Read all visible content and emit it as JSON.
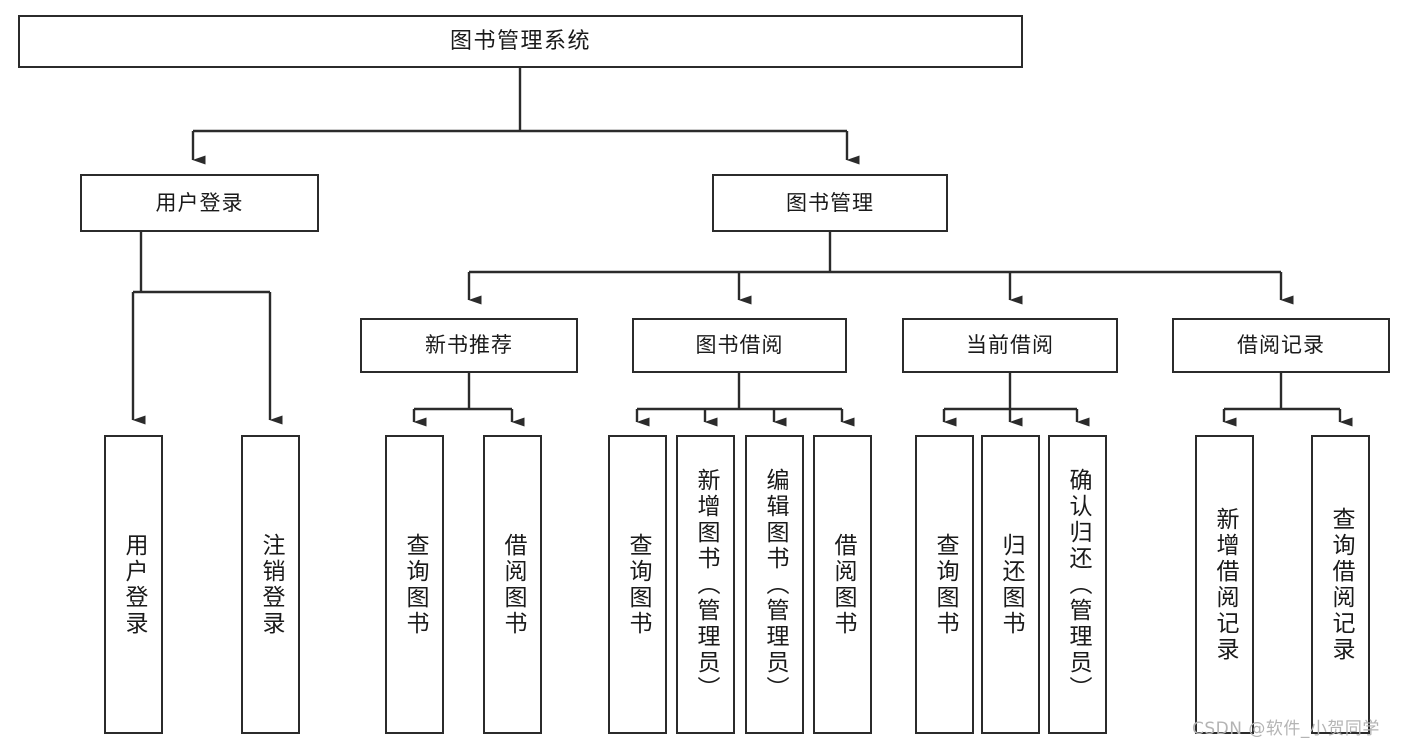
{
  "diagram": {
    "title": "图书管理系统",
    "watermark": "CSDN @软件_小贺同学",
    "colors": {
      "background": "#ffffff",
      "box_border": "#2b2b2b",
      "box_fill": "#ffffff",
      "text": "#1a1a1a",
      "edge": "#2b2b2b",
      "watermark": "#b4b4b4"
    },
    "nodes": {
      "root": "图书管理系统",
      "level2": {
        "user_login": "用户登录",
        "book_manage": "图书管理"
      },
      "level3": {
        "new_book_rec": "新书推荐",
        "book_borrow": "图书借阅",
        "current_borrow": "当前借阅",
        "borrow_record": "借阅记录"
      },
      "leaves": {
        "user_login_1": "用户登录",
        "user_login_2": "注销登录",
        "new_book_rec_1": "查询图书",
        "new_book_rec_2": "借阅图书",
        "book_borrow_1": "查询图书",
        "book_borrow_2": "新增图书（管理员）",
        "book_borrow_3": "编辑图书（管理员）",
        "book_borrow_4": "借阅图书",
        "current_borrow_1": "查询图书",
        "current_borrow_2": "归还图书",
        "current_borrow_3": "确认归还（管理员）",
        "borrow_record_1": "新增借阅记录",
        "borrow_record_2": "查询借阅记录"
      }
    }
  }
}
